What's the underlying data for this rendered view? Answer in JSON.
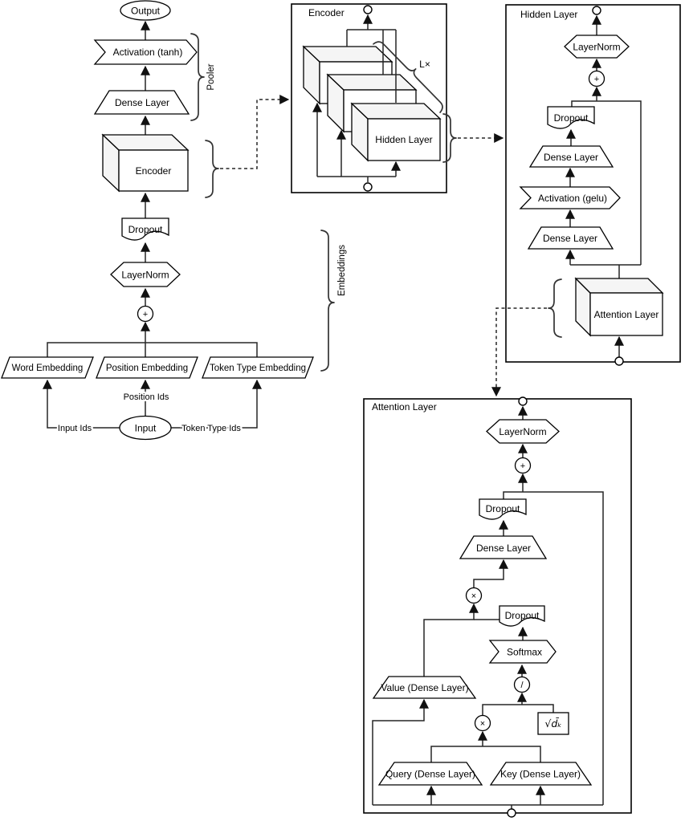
{
  "common": {
    "dense": "Dense Layer",
    "dropout": "Dropout",
    "layernorm": "LayerNorm"
  },
  "ops": {
    "plus": "+",
    "multiply": "×",
    "divide": "/"
  },
  "left_flow": {
    "output": "Output",
    "activation": "Activation (tanh)",
    "pooler_brace_label": "Pooler",
    "encoder": "Encoder",
    "embeddings_brace_label": "Embeddings",
    "word_embedding": "Word Embedding",
    "position_embedding": "Position Embedding",
    "token_type_embedding": "Token Type Embedding",
    "input": "Input",
    "input_ids": "Input Ids",
    "position_ids": "Position Ids",
    "token_type_ids": "Token Type Ids"
  },
  "encoder_box": {
    "title": "Encoder",
    "hidden_layer": "Hidden Layer",
    "repeat_label": "L×"
  },
  "hidden_layer_box": {
    "title": "Hidden Layer",
    "activation": "Activation (gelu)",
    "attention": "Attention Layer"
  },
  "attention_box": {
    "title": "Attention Layer",
    "softmax": "Softmax",
    "value": "Value (Dense Layer)",
    "query": "Query (Dense Layer)",
    "key": "Key (Dense Layer)",
    "sqrt_dk": "√d̄ₖ"
  }
}
